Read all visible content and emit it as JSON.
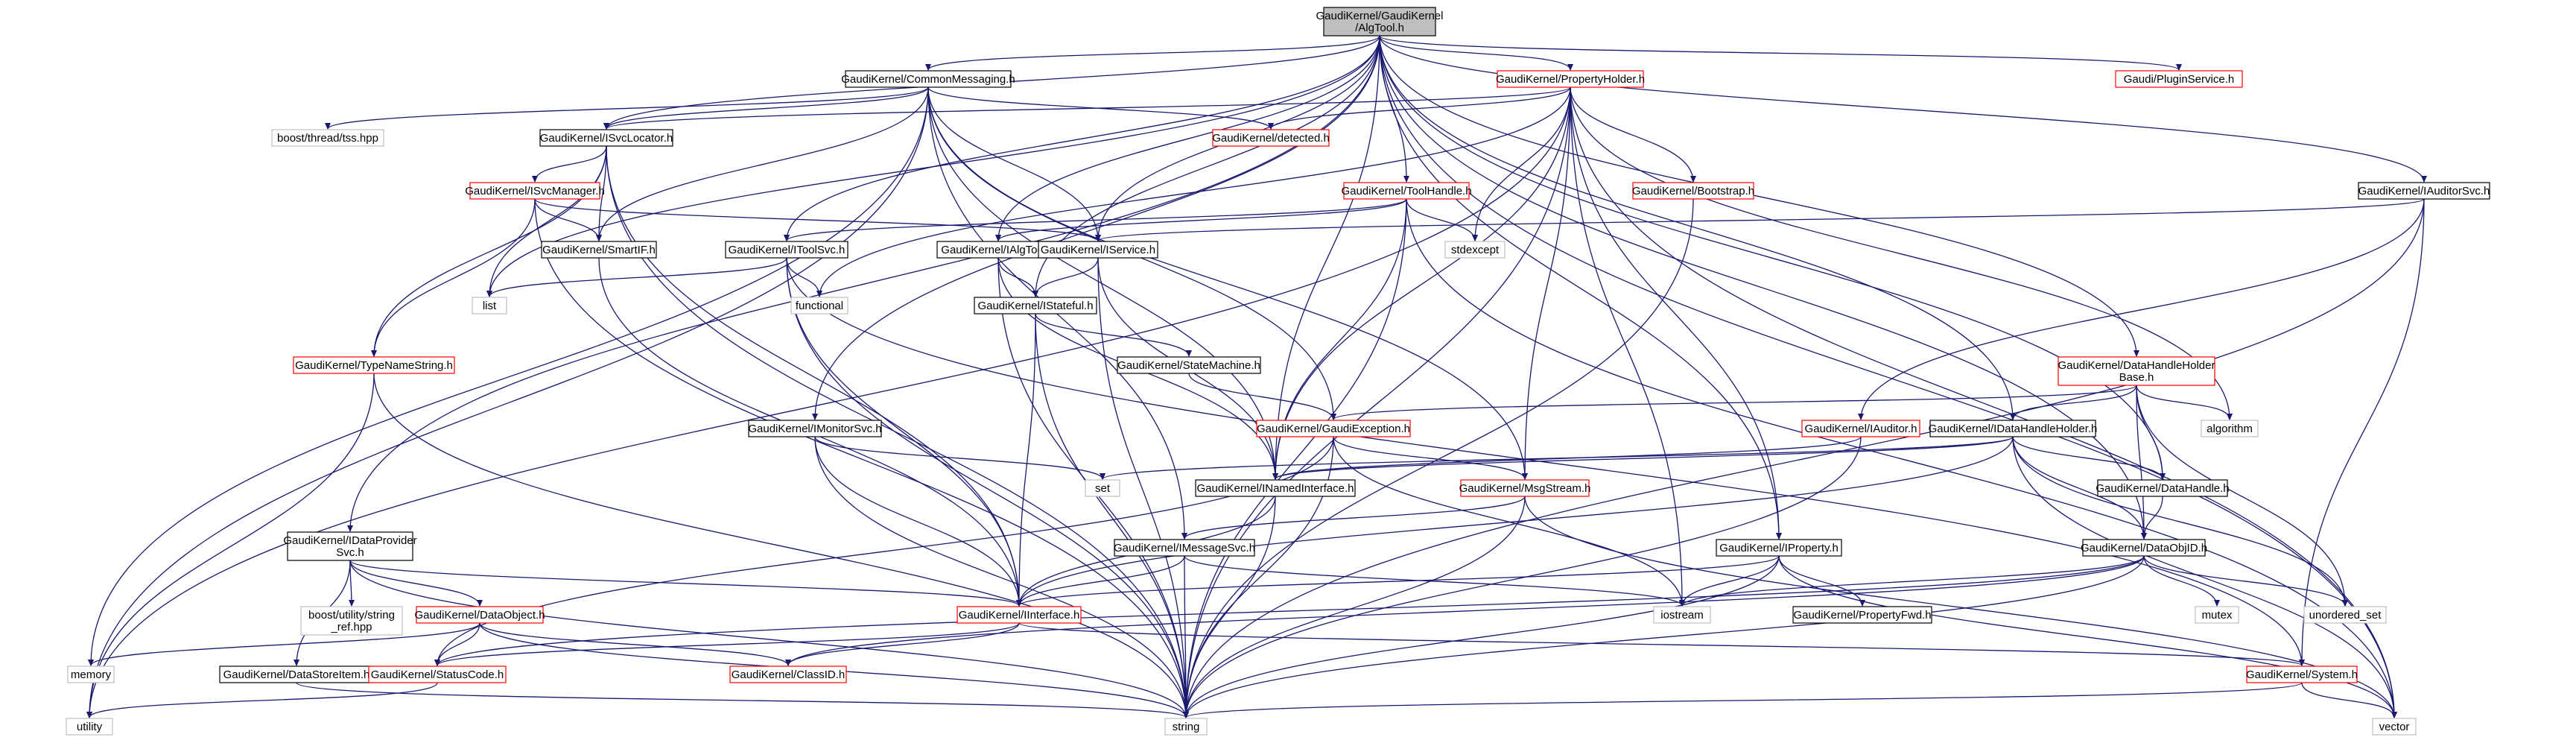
{
  "colors": {
    "root_fill": "#bfbfbf",
    "root_stroke": "#000000",
    "doc_stroke": "#000000",
    "undoc_stroke": "#ff0000",
    "system_stroke": "#bfbfbf",
    "system_text": "#555555",
    "edge": "#191970",
    "background": "#ffffff"
  },
  "nodes": [
    {
      "id": "root",
      "kind": "root",
      "lines": [
        "GaudiKernel/GaudiKernel",
        "/AlgTool.h"
      ]
    },
    {
      "id": "commonmsg",
      "kind": "doc",
      "lines": [
        "GaudiKernel/CommonMessaging.h"
      ]
    },
    {
      "id": "propholder",
      "kind": "undoc",
      "lines": [
        "GaudiKernel/PropertyHolder.h"
      ]
    },
    {
      "id": "pluginsvc",
      "kind": "undoc",
      "lines": [
        "Gaudi/PluginService.h"
      ]
    },
    {
      "id": "threadtss",
      "kind": "system",
      "lines": [
        "boost/thread/tss.hpp"
      ]
    },
    {
      "id": "isvclocator",
      "kind": "doc",
      "lines": [
        "GaudiKernel/ISvcLocator.h"
      ]
    },
    {
      "id": "detected",
      "kind": "undoc",
      "lines": [
        "GaudiKernel/detected.h"
      ]
    },
    {
      "id": "isvcmanager",
      "kind": "undoc",
      "lines": [
        "GaudiKernel/ISvcManager.h"
      ]
    },
    {
      "id": "smartif",
      "kind": "doc",
      "lines": [
        "GaudiKernel/SmartIF.h"
      ]
    },
    {
      "id": "toolhandle",
      "kind": "undoc",
      "lines": [
        "GaudiKernel/ToolHandle.h"
      ]
    },
    {
      "id": "bootstrap",
      "kind": "undoc",
      "lines": [
        "GaudiKernel/Bootstrap.h"
      ]
    },
    {
      "id": "iauditorsvc",
      "kind": "doc",
      "lines": [
        "GaudiKernel/IAuditorSvc.h"
      ]
    },
    {
      "id": "itoolsvc",
      "kind": "doc",
      "lines": [
        "GaudiKernel/IToolSvc.h"
      ]
    },
    {
      "id": "ialgtool",
      "kind": "doc",
      "lines": [
        "GaudiKernel/IAlgTool.h"
      ]
    },
    {
      "id": "iservice",
      "kind": "doc",
      "lines": [
        "GaudiKernel/IService.h"
      ]
    },
    {
      "id": "stdexcept",
      "kind": "system",
      "lines": [
        "stdexcept"
      ]
    },
    {
      "id": "list",
      "kind": "system",
      "lines": [
        "list"
      ]
    },
    {
      "id": "functional",
      "kind": "system",
      "lines": [
        "functional"
      ]
    },
    {
      "id": "istateful",
      "kind": "doc",
      "lines": [
        "GaudiKernel/IStateful.h"
      ]
    },
    {
      "id": "typenamestring",
      "kind": "undoc",
      "lines": [
        "GaudiKernel/TypeNameString.h"
      ]
    },
    {
      "id": "statemachine",
      "kind": "doc",
      "lines": [
        "GaudiKernel/StateMachine.h"
      ]
    },
    {
      "id": "dhholderbase",
      "kind": "undoc",
      "lines": [
        "GaudiKernel/DataHandleHolder",
        "Base.h"
      ]
    },
    {
      "id": "algorithm",
      "kind": "system",
      "lines": [
        "algorithm"
      ]
    },
    {
      "id": "imonitorsvc",
      "kind": "doc",
      "lines": [
        "GaudiKernel/IMonitorSvc.h"
      ]
    },
    {
      "id": "gaudiexception",
      "kind": "undoc",
      "lines": [
        "GaudiKernel/GaudiException.h"
      ]
    },
    {
      "id": "iauditor",
      "kind": "undoc",
      "lines": [
        "GaudiKernel/IAuditor.h"
      ]
    },
    {
      "id": "idhholder",
      "kind": "doc",
      "lines": [
        "GaudiKernel/IDataHandleHolder.h"
      ]
    },
    {
      "id": "set",
      "kind": "system",
      "lines": [
        "set"
      ]
    },
    {
      "id": "inamedinterface",
      "kind": "doc",
      "lines": [
        "GaudiKernel/INamedInterface.h"
      ]
    },
    {
      "id": "msgstream",
      "kind": "undoc",
      "lines": [
        "GaudiKernel/MsgStream.h"
      ]
    },
    {
      "id": "datahandle",
      "kind": "doc",
      "lines": [
        "GaudiKernel/DataHandle.h"
      ]
    },
    {
      "id": "idataprovider",
      "kind": "doc",
      "lines": [
        "GaudiKernel/IDataProvider",
        "Svc.h"
      ]
    },
    {
      "id": "imessagesvc",
      "kind": "doc",
      "lines": [
        "GaudiKernel/IMessageSvc.h"
      ]
    },
    {
      "id": "iproperty",
      "kind": "doc",
      "lines": [
        "GaudiKernel/IProperty.h"
      ]
    },
    {
      "id": "dataobjid",
      "kind": "doc",
      "lines": [
        "GaudiKernel/DataObjID.h"
      ]
    },
    {
      "id": "stringref",
      "kind": "system",
      "lines": [
        "boost/utility/string",
        "_ref.hpp"
      ]
    },
    {
      "id": "dataobject",
      "kind": "undoc",
      "lines": [
        "GaudiKernel/DataObject.h"
      ]
    },
    {
      "id": "iinterface",
      "kind": "undoc",
      "lines": [
        "GaudiKernel/IInterface.h"
      ]
    },
    {
      "id": "iostream",
      "kind": "system",
      "lines": [
        "iostream"
      ]
    },
    {
      "id": "mutex",
      "kind": "system",
      "lines": [
        "mutex"
      ]
    },
    {
      "id": "unorderedset",
      "kind": "system",
      "lines": [
        "unordered_set"
      ]
    },
    {
      "id": "propertyfwd",
      "kind": "doc",
      "lines": [
        "GaudiKernel/PropertyFwd.h"
      ]
    },
    {
      "id": "memory",
      "kind": "system",
      "lines": [
        "memory"
      ]
    },
    {
      "id": "datastoreitem",
      "kind": "doc",
      "lines": [
        "GaudiKernel/DataStoreItem.h"
      ]
    },
    {
      "id": "statuscode",
      "kind": "undoc",
      "lines": [
        "GaudiKernel/StatusCode.h"
      ]
    },
    {
      "id": "classid",
      "kind": "undoc",
      "lines": [
        "GaudiKernel/ClassID.h"
      ]
    },
    {
      "id": "system",
      "kind": "undoc",
      "lines": [
        "GaudiKernel/System.h"
      ]
    },
    {
      "id": "utility",
      "kind": "system",
      "lines": [
        "utility"
      ]
    },
    {
      "id": "string",
      "kind": "system",
      "lines": [
        "string"
      ]
    },
    {
      "id": "vector",
      "kind": "system",
      "lines": [
        "vector"
      ]
    }
  ],
  "edges": [
    [
      "root",
      "commonmsg"
    ],
    [
      "root",
      "propholder"
    ],
    [
      "root",
      "pluginsvc"
    ],
    [
      "root",
      "isvclocator"
    ],
    [
      "root",
      "toolhandle"
    ],
    [
      "root",
      "iauditorsvc"
    ],
    [
      "root",
      "itoolsvc"
    ],
    [
      "root",
      "ialgtool"
    ],
    [
      "root",
      "iservice"
    ],
    [
      "root",
      "list"
    ],
    [
      "root",
      "istateful"
    ],
    [
      "root",
      "dhholderbase"
    ],
    [
      "root",
      "imonitorsvc"
    ],
    [
      "root",
      "idhholder"
    ],
    [
      "root",
      "inamedinterface"
    ],
    [
      "root",
      "datahandle"
    ],
    [
      "root",
      "idataprovider"
    ],
    [
      "root",
      "iproperty"
    ],
    [
      "root",
      "dataobjid"
    ],
    [
      "root",
      "vector"
    ],
    [
      "commonmsg",
      "threadtss"
    ],
    [
      "commonmsg",
      "isvclocator"
    ],
    [
      "commonmsg",
      "detected"
    ],
    [
      "commonmsg",
      "smartif"
    ],
    [
      "commonmsg",
      "iservice"
    ],
    [
      "commonmsg",
      "gaudiexception"
    ],
    [
      "commonmsg",
      "msgstream"
    ],
    [
      "commonmsg",
      "imessagesvc"
    ],
    [
      "commonmsg",
      "memory"
    ],
    [
      "commonmsg",
      "utility"
    ],
    [
      "commonmsg",
      "inamedinterface"
    ],
    [
      "propholder",
      "isvclocator"
    ],
    [
      "propholder",
      "detected"
    ],
    [
      "propholder",
      "bootstrap"
    ],
    [
      "propholder",
      "stdexcept"
    ],
    [
      "propholder",
      "functional"
    ],
    [
      "propholder",
      "inamedinterface"
    ],
    [
      "propholder",
      "msgstream"
    ],
    [
      "propholder",
      "iproperty"
    ],
    [
      "propholder",
      "iostream"
    ],
    [
      "propholder",
      "algorithm"
    ],
    [
      "propholder",
      "string"
    ],
    [
      "propholder",
      "vector"
    ],
    [
      "propholder",
      "utility"
    ],
    [
      "isvclocator",
      "isvcmanager"
    ],
    [
      "isvclocator",
      "smartif"
    ],
    [
      "isvclocator",
      "typenamestring"
    ],
    [
      "isvclocator",
      "list"
    ],
    [
      "isvclocator",
      "iinterface"
    ],
    [
      "isvclocator",
      "string"
    ],
    [
      "isvcmanager",
      "smartif"
    ],
    [
      "isvcmanager",
      "typenamestring"
    ],
    [
      "isvcmanager",
      "iservice"
    ],
    [
      "isvcmanager",
      "string"
    ],
    [
      "smartif",
      "iinterface"
    ],
    [
      "toolhandle",
      "itoolsvc"
    ],
    [
      "toolhandle",
      "ialgtool"
    ],
    [
      "toolhandle",
      "stdexcept"
    ],
    [
      "toolhandle",
      "inamedinterface"
    ],
    [
      "toolhandle",
      "string"
    ],
    [
      "toolhandle",
      "vector"
    ],
    [
      "bootstrap",
      "string"
    ],
    [
      "iauditorsvc",
      "iservice"
    ],
    [
      "iauditorsvc",
      "iauditor"
    ],
    [
      "iauditorsvc",
      "system"
    ],
    [
      "iauditorsvc",
      "string"
    ],
    [
      "itoolsvc",
      "list"
    ],
    [
      "itoolsvc",
      "functional"
    ],
    [
      "itoolsvc",
      "iinterface"
    ],
    [
      "itoolsvc",
      "string"
    ],
    [
      "itoolsvc",
      "system"
    ],
    [
      "ialgtool",
      "istateful"
    ],
    [
      "ialgtool",
      "inamedinterface"
    ],
    [
      "ialgtool",
      "string"
    ],
    [
      "iservice",
      "istateful"
    ],
    [
      "iservice",
      "inamedinterface"
    ],
    [
      "iservice",
      "string"
    ],
    [
      "istateful",
      "statemachine"
    ],
    [
      "istateful",
      "iinterface"
    ],
    [
      "istateful",
      "string"
    ],
    [
      "statemachine",
      "gaudiexception"
    ],
    [
      "typenamestring",
      "string"
    ],
    [
      "typenamestring",
      "utility"
    ],
    [
      "dhholderbase",
      "idhholder"
    ],
    [
      "dhholderbase",
      "datahandle"
    ],
    [
      "dhholderbase",
      "dataobjid"
    ],
    [
      "dhholderbase",
      "algorithm"
    ],
    [
      "dhholderbase",
      "unorderedset"
    ],
    [
      "dhholderbase",
      "gaudiexception"
    ],
    [
      "imonitorsvc",
      "set"
    ],
    [
      "imonitorsvc",
      "iinterface"
    ],
    [
      "imonitorsvc",
      "string"
    ],
    [
      "gaudiexception",
      "msgstream"
    ],
    [
      "gaudiexception",
      "statuscode"
    ],
    [
      "gaudiexception",
      "iostream"
    ],
    [
      "gaudiexception",
      "string"
    ],
    [
      "iauditor",
      "inamedinterface"
    ],
    [
      "iauditor",
      "string"
    ],
    [
      "idhholder",
      "inamedinterface"
    ],
    [
      "idhholder",
      "datahandle"
    ],
    [
      "idhholder",
      "dataobjid"
    ],
    [
      "idhholder",
      "set"
    ],
    [
      "idhholder",
      "unorderedset"
    ],
    [
      "idhholder",
      "iinterface"
    ],
    [
      "idhholder",
      "vector"
    ],
    [
      "inamedinterface",
      "iinterface"
    ],
    [
      "inamedinterface",
      "string"
    ],
    [
      "msgstream",
      "imessagesvc"
    ],
    [
      "msgstream",
      "string"
    ],
    [
      "msgstream",
      "vector"
    ],
    [
      "datahandle",
      "dataobjid"
    ],
    [
      "idataprovider",
      "stringref"
    ],
    [
      "idataprovider",
      "dataobject"
    ],
    [
      "idataprovider",
      "datastoreitem"
    ],
    [
      "idataprovider",
      "iinterface"
    ],
    [
      "idataprovider",
      "string"
    ],
    [
      "imessagesvc",
      "iinterface"
    ],
    [
      "imessagesvc",
      "iostream"
    ],
    [
      "imessagesvc",
      "string"
    ],
    [
      "iproperty",
      "iinterface"
    ],
    [
      "iproperty",
      "propertyfwd"
    ],
    [
      "iproperty",
      "iostream"
    ],
    [
      "iproperty",
      "string"
    ],
    [
      "iproperty",
      "vector"
    ],
    [
      "dataobjid",
      "statuscode"
    ],
    [
      "dataobjid",
      "classid"
    ],
    [
      "dataobjid",
      "iostream"
    ],
    [
      "dataobjid",
      "mutex"
    ],
    [
      "dataobjid",
      "unorderedset"
    ],
    [
      "dataobjid",
      "string"
    ],
    [
      "dataobject",
      "classid"
    ],
    [
      "dataobject",
      "statuscode"
    ],
    [
      "dataobject",
      "memory"
    ],
    [
      "dataobject",
      "string"
    ],
    [
      "datastoreitem",
      "string"
    ],
    [
      "iinterface",
      "statuscode"
    ],
    [
      "iinterface",
      "classid"
    ],
    [
      "iinterface",
      "system"
    ],
    [
      "statuscode",
      "utility"
    ],
    [
      "system",
      "string"
    ],
    [
      "system",
      "vector"
    ]
  ]
}
